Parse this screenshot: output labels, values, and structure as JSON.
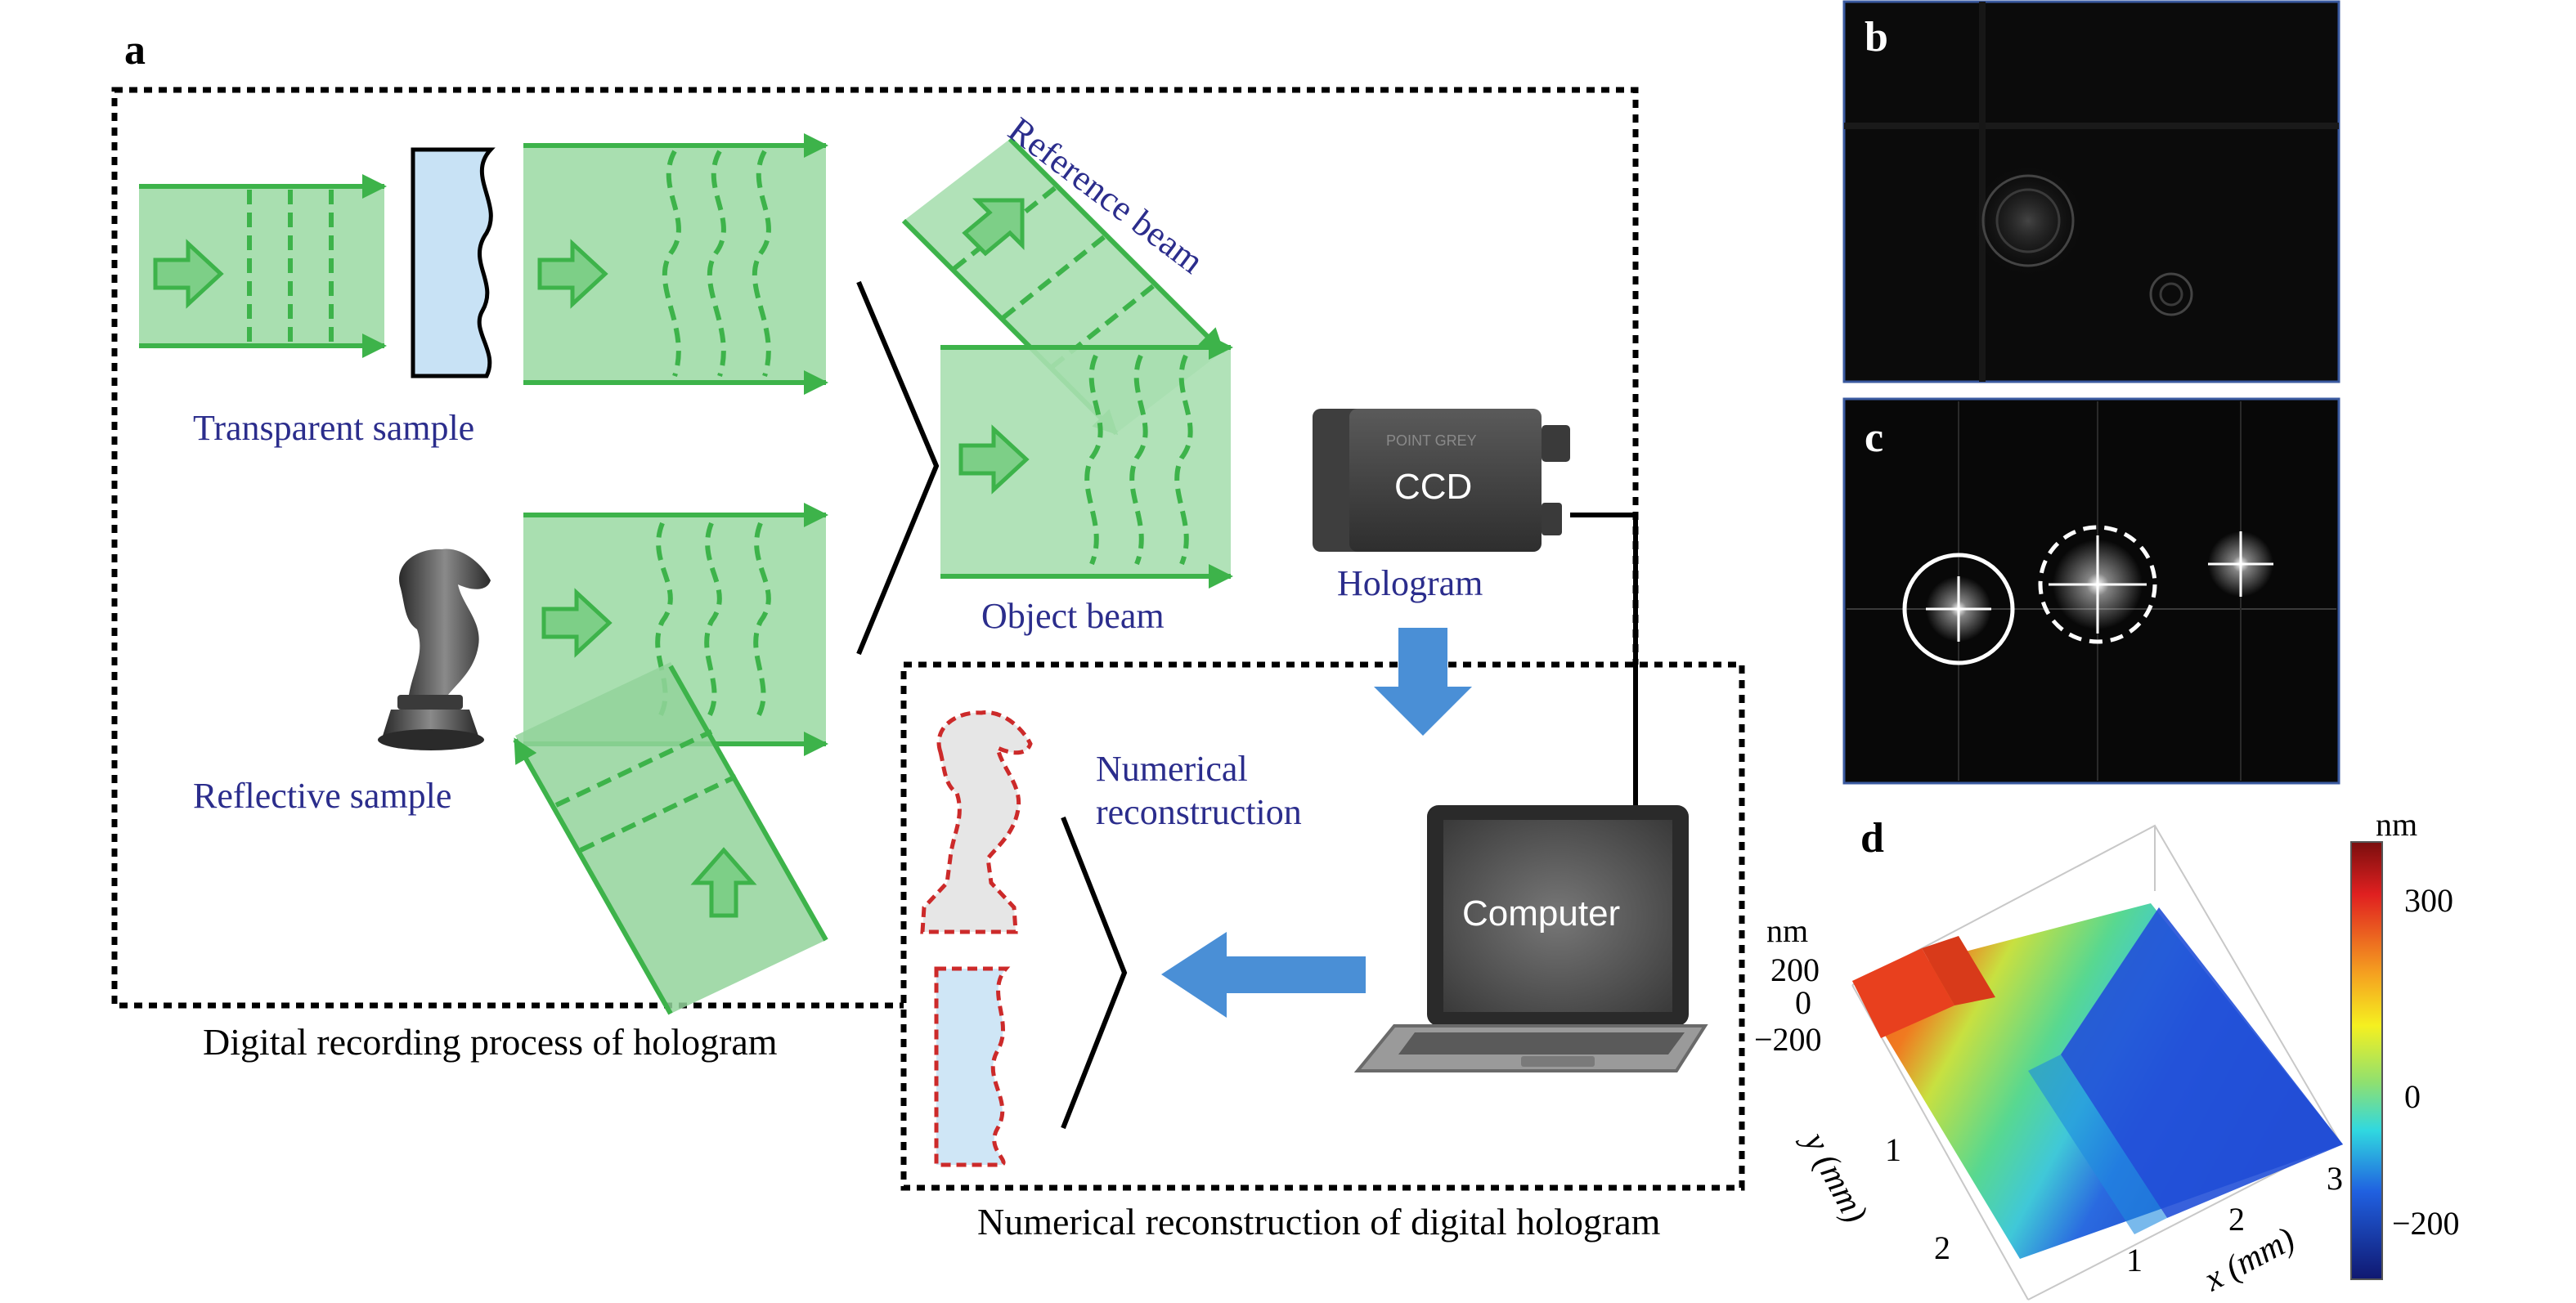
{
  "panels": {
    "a": {
      "letter": "a",
      "labels": {
        "transparent_sample": "Transparent sample",
        "reflective_sample": "Reflective sample",
        "reference_beam": "Reference beam",
        "object_beam": "Object beam",
        "ccd": "CCD",
        "camera_brand": "POINT GREY",
        "hologram": "Hologram",
        "computer": "Computer",
        "numerical_line1": "Numerical",
        "numerical_line2": "reconstruction"
      },
      "captions": {
        "recording": "Digital recording process of hologram",
        "reconstruction": "Numerical reconstruction of digital hologram"
      }
    },
    "b": {
      "letter": "b"
    },
    "c": {
      "letter": "c"
    },
    "d": {
      "letter": "d",
      "z_unit": "nm",
      "z_ticks": [
        "200",
        "0",
        "−200"
      ],
      "y_label": "y (mm)",
      "y_ticks": [
        "1",
        "2"
      ],
      "x_label": "x (mm)",
      "x_ticks": [
        "1",
        "2",
        "3"
      ],
      "colorbar": {
        "unit": "nm",
        "ticks": [
          "300",
          "0",
          "−200"
        ]
      }
    }
  },
  "colors": {
    "beam_fill": "#a9dfb0",
    "beam_edge": "#3db34a",
    "label_blue": "#2b2d8c",
    "arrow_blue": "#4a8fd6",
    "frame": "#000000"
  }
}
